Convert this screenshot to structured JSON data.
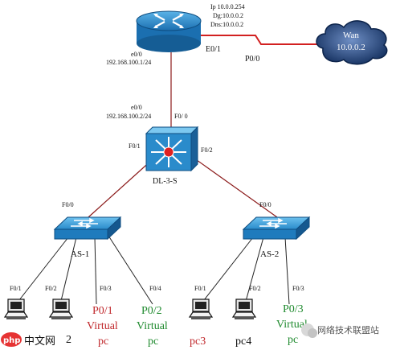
{
  "router": {
    "info_ip": "Ip 10.0.0.254",
    "info_dg": "Dg:10.0.0.2",
    "info_dns": "Dns:10.0.0.2",
    "port_e01": "E0/1",
    "port_e00": "e0/0",
    "ip_e00": "192.168.100.1/24"
  },
  "wan": {
    "name": "Wan",
    "ip": "10.0.0.2",
    "port": "P0/0"
  },
  "l3switch": {
    "name": "DL-3-S",
    "port_e00": "e0/0",
    "ip_e00": "192.168.100.2/24",
    "port_f00": "F0/ 0",
    "port_f01": "F0/1",
    "port_f02": "F0/2"
  },
  "as1": {
    "name": "AS-1",
    "uplink": "F0/0",
    "ports": [
      "F0/1",
      "F0/2",
      "F0/3",
      "F0/4"
    ]
  },
  "as2": {
    "name": "AS-2",
    "uplink": "F0/0",
    "ports": [
      "F0/1",
      "F0/2",
      "F0/3"
    ]
  },
  "hosts": {
    "pc2_fragment": "2",
    "vpc1_port": "P0/1",
    "vpc1_line1": "Virtual",
    "vpc1_line2": "pc",
    "vpc2_port": "P0/2",
    "vpc2_line1": "Virtual",
    "vpc2_line2": "pc",
    "pc3": "pc3",
    "pc4": "pc4",
    "vpc3_port": "P0/3",
    "vpc3_line1": "Virtual",
    "vpc3_line2": "pc"
  },
  "watermarks": {
    "php": "php",
    "cn": "中文网",
    "wechat": "网络技术联盟站"
  },
  "colors": {
    "device_blue": "#2b8fd0",
    "link_red": "#8b1a1a",
    "serial_red": "#d22020",
    "label_red": "#c0282c",
    "label_green": "#1f8a2e",
    "cloud": "#1c3f7a"
  }
}
